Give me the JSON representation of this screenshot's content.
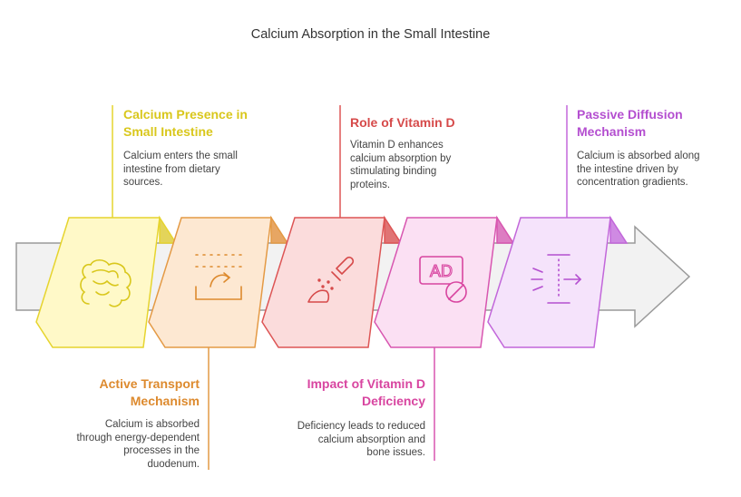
{
  "title": "Calcium Absorption in the Small Intestine",
  "steps": [
    {
      "heading_line1": "Calcium Presence in",
      "heading_line2": "Small Intestine",
      "desc_line1": "Calcium enters the small",
      "desc_line2": "intestine from dietary",
      "desc_line3": "sources.",
      "icon": "intestine-icon",
      "color": "#e6d42e",
      "fill": "#fff9c8"
    },
    {
      "heading_line1": "Active Transport",
      "heading_line2": "Mechanism",
      "desc_line1": "Calcium is absorbed",
      "desc_line2": "through energy-dependent",
      "desc_line3": "processes in the",
      "desc_line4": "duodenum.",
      "icon": "transport-icon",
      "color": "#e49a45",
      "fill": "#fde8d2"
    },
    {
      "heading_line1": "Role of Vitamin D",
      "desc_line1": "Vitamin D enhances",
      "desc_line2": "calcium absorption by",
      "desc_line3": "stimulating binding",
      "desc_line4": "proteins.",
      "icon": "dropper-icon",
      "color": "#dd5555",
      "fill": "#fbdcdc"
    },
    {
      "heading_line1": "Impact of Vitamin D",
      "heading_line2": "Deficiency",
      "desc_line1": "Deficiency leads to reduced",
      "desc_line2": "calcium absorption and",
      "desc_line3": "bone issues.",
      "icon": "ad-prohibited-icon",
      "color": "#d856b0",
      "fill": "#fbe0f3"
    },
    {
      "heading_line1": "Passive Diffusion",
      "heading_line2": "Mechanism",
      "desc_line1": "Calcium is absorbed along",
      "desc_line2": "the intestine driven by",
      "desc_line3": "concentration gradients.",
      "icon": "diffusion-icon",
      "color": "#c267da",
      "fill": "#f5e3fb"
    }
  ]
}
